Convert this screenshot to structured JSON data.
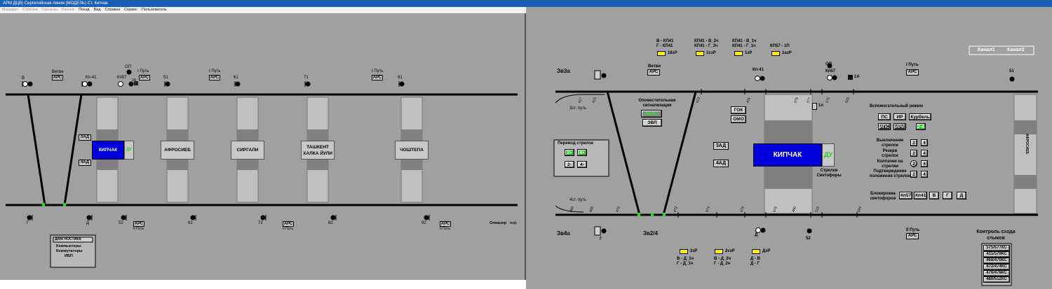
{
  "window": {
    "title": "АРМ ДЦВ) Сергелийская линия (МОДЕЛЬ) Ст. Кипчак"
  },
  "menu": [
    "Маршрут",
    "Стрелки",
    "Сигналы",
    "Разное",
    "Поезд",
    "Вид",
    "Справка",
    "Сервис",
    "Пользователь"
  ],
  "left": {
    "signals_top": [
      "В",
      "Кп-41",
      "Кп57",
      "ОП",
      "51",
      "61",
      "71",
      "81"
    ],
    "vetvi": "Ветви",
    "ars": "АРС",
    "put1": "I Путь",
    "a2": "2А",
    "zad": "3АД",
    "chad": "4АД",
    "stations": [
      {
        "name": "КИПЧАК",
        "du": "ДУ"
      },
      {
        "name": "АФРОСИЕБ"
      },
      {
        "name": "СИРГАЛИ"
      },
      {
        "name": "ТАШКЕНТ ХАЛКА ЙУЛИ"
      },
      {
        "name": "ЧОШТЕПА"
      }
    ],
    "signals_bottom": [
      "Г",
      "Д",
      "52",
      "62",
      "72",
      "82",
      "92"
    ],
    "put2": "II Путь",
    "olmazor": "Олмазор",
    "kmf": "кмф",
    "diag": {
      "title": "ДИАГНОСТИКА",
      "lines": [
        "Компьютеры",
        "Коммутаторы",
        "ИБП"
      ]
    }
  },
  "right": {
    "channels": [
      "Канал1",
      "Канал2"
    ],
    "top_indicators": [
      {
        "top": "В - КП41",
        "top2": "Г - КП41",
        "label": "16зР"
      },
      {
        "top": "КП41 - В_2ч",
        "top2": "КП41 - Г_2ч",
        "label": "1сзР"
      },
      {
        "top": "КП41 - В_1ч",
        "top2": "КП41 - Г_1ч",
        "label": "1зР"
      },
      {
        "top": "КП57 - 1П",
        "top2": "",
        "label": "1азР"
      }
    ],
    "zv3a": "Зв3а",
    "zv4a": "Зв4а",
    "zv24": "Зв2/4",
    "vetvi": "Ветви",
    "ars": "АРС",
    "kp41": "Кп-41",
    "op": "ОП",
    "kp57": "Кп57",
    "a2": "2А",
    "put1": "I Путь",
    "s51": "51",
    "put3": "3ст. путь",
    "put4": "4ст. путь",
    "opov": "Оповестительная сигнализация",
    "vkzs": "ВКЗС",
    "zvl": "ЗВЛ",
    "gok": "ГОК",
    "omo": "ОМО",
    "zad": "3АД",
    "chad": "4АД",
    "station": "КИПЧАК",
    "du": "ДУ",
    "p1": "1п",
    "strelki": "Стрелки Светофоры",
    "afro": "АФРОСИЕБ",
    "perevod": "Перевод стрелок",
    "b2p": "2+",
    "b4p": "4+",
    "b2m": "2-",
    "b4m": "4-",
    "aux": "Вспомогательный     режим",
    "ps": "ПС",
    "ir": "ИР",
    "kurbel": "Курбель",
    "ips": "ИПС",
    "iri": "ИРИ",
    "v24": "2-4",
    "rows": [
      {
        "l": "Выключение стрелок"
      },
      {
        "l": "Резерв стрелок"
      },
      {
        "l": "Колпачки на стрелки"
      },
      {
        "l": "Подтверждение положения стрелок"
      }
    ],
    "n2": "2",
    "n4": "4",
    "blok": "Блокировка светофоров",
    "bl": [
      "Кп57",
      "Кп41",
      "В",
      "Г",
      "Д"
    ],
    "bottom_indicators": [
      {
        "label": "2зР",
        "sub": "В - Д_1ч",
        "sub2": "Г - Д_1ч"
      },
      {
        "label": "2сзР",
        "sub": "В - Д_2ч",
        "sub2": "Г - Д_2ч"
      },
      {
        "label": "ДзР",
        "sub": "Д - В",
        "sub2": "Д - Г"
      }
    ],
    "g": "Г",
    "d": "Д",
    "s52": "52",
    "put2": "II Путь",
    "kontrol": "Контроль схода стыков",
    "kc": [
      "575/577КС",
      "411/579КС",
      "468/470КС",
      "472/474КС",
      "476/478КС",
      "480/512КС"
    ],
    "track_nums_top": [
      "417",
      "415",
      "413",
      "411",
      "579",
      "577",
      "575",
      "523"
    ],
    "track_nums_bottom": [
      "466",
      "468",
      "470",
      "472",
      "474",
      "476",
      "478",
      "480",
      "512",
      "564"
    ]
  }
}
